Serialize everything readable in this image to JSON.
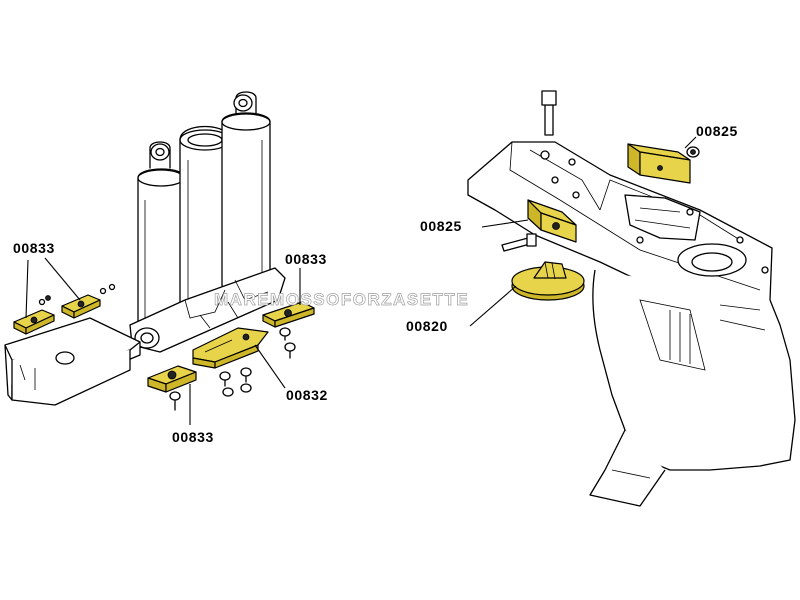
{
  "labels": {
    "left_top_left": "00833",
    "left_top_right": "00833",
    "left_middle": "00832",
    "left_bottom": "00833",
    "right_top": "00825",
    "right_middle": "00825",
    "right_bottom": "00820"
  },
  "watermark": "MAREMOSSOFORZASETTE",
  "colors": {
    "anode_yellow": "#e8d44a",
    "anode_shade": "#cdb628",
    "line": "#000000",
    "background": "#ffffff"
  }
}
